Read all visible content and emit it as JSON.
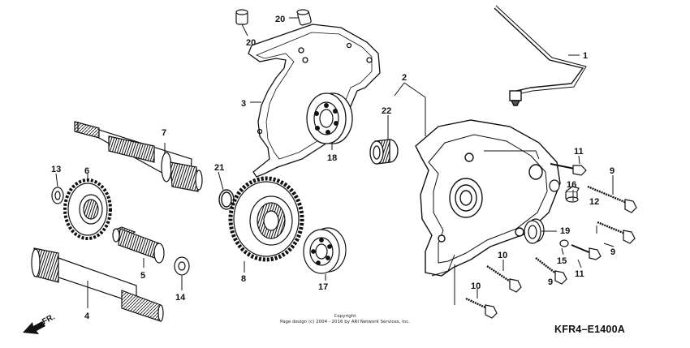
{
  "diagram": {
    "callouts": {
      "p1": "1",
      "p2": "2",
      "p3": "3",
      "p4": "4",
      "p5": "5",
      "p6": "6",
      "p7": "7",
      "p8": "8",
      "p9a": "9",
      "p9b": "9",
      "p9c": "9",
      "p10a": "10",
      "p10b": "10",
      "p11a": "11",
      "p11b": "11",
      "p12": "12",
      "p13": "13",
      "p14": "14",
      "p15": "15",
      "p16": "16",
      "p17": "17",
      "p18": "18",
      "p19": "19",
      "p20a": "20",
      "p20b": "20",
      "p21": "21",
      "p22": "22"
    },
    "direction_label": "FR.",
    "copyright_line1": "Copyright",
    "copyright_line2": "Page design (c) 2004 - 2016 by ARI Network Services, Inc.",
    "diagram_code": "KFR4–E1400A"
  }
}
